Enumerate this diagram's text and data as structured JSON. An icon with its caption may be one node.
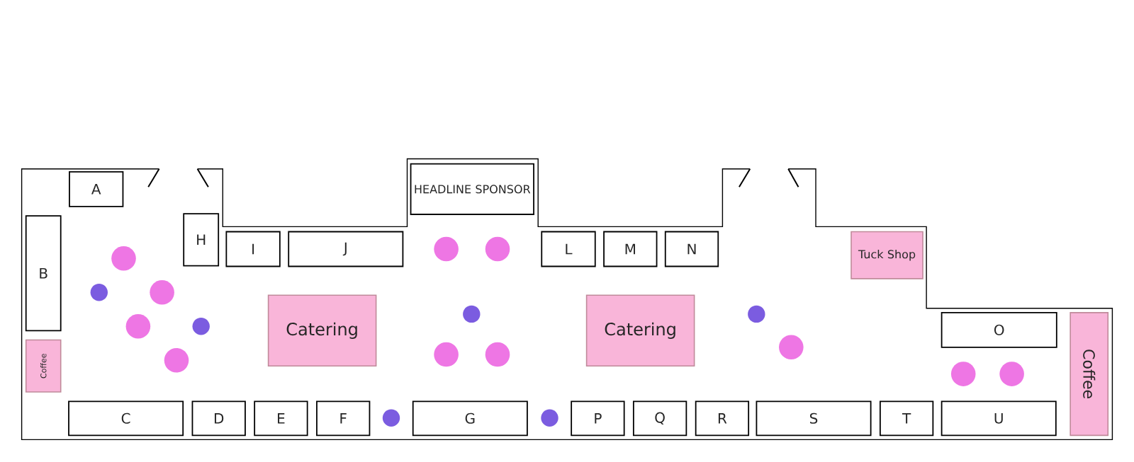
{
  "diagram": {
    "nodes": [
      {
        "text": [
          "A"
        ]
      },
      {
        "text": [
          "HEADLINE SPONSOR"
        ]
      },
      {
        "text": [
          "B"
        ]
      },
      {
        "text": [
          "H"
        ]
      },
      {
        "text": [
          "I"
        ]
      },
      {
        "text": [
          "J"
        ]
      },
      {
        "text": [
          "L"
        ]
      },
      {
        "text": [
          "M"
        ]
      },
      {
        "text": [
          "N"
        ]
      },
      {
        "text": [
          "Tuck Shop"
        ]
      },
      {
        "text": [
          "Catering"
        ]
      },
      {
        "text": [
          "Catering"
        ]
      },
      {
        "text": [
          "O"
        ]
      },
      {
        "text": [
          "Coffee"
        ]
      },
      {
        "text": [
          "Coffee"
        ]
      },
      {
        "text": [
          "C"
        ]
      },
      {
        "text": [
          "D"
        ]
      },
      {
        "text": [
          "E"
        ]
      },
      {
        "text": [
          "F"
        ]
      },
      {
        "text": [
          "G"
        ]
      },
      {
        "text": [
          "P"
        ]
      },
      {
        "text": [
          "Q"
        ]
      },
      {
        "text": [
          "R"
        ]
      },
      {
        "text": [
          "S"
        ]
      },
      {
        "text": [
          "T"
        ]
      },
      {
        "text": [
          "U"
        ]
      }
    ]
  }
}
